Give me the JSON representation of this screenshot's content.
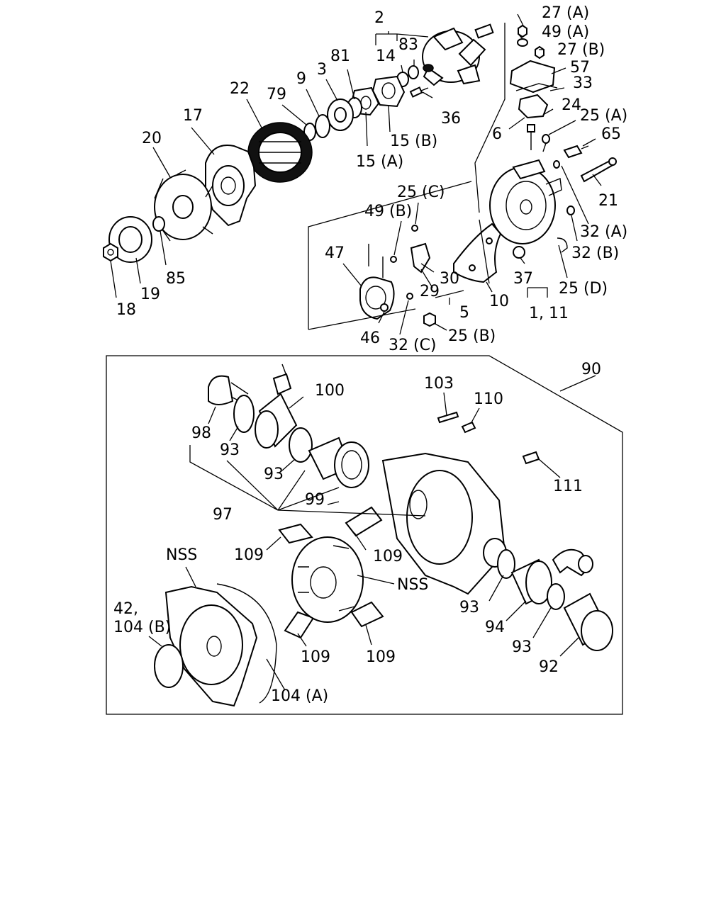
{
  "labels": {
    "l2": "2",
    "l27a": "27 (A)",
    "l49a": "49 (A)",
    "l27b": "27 (B)",
    "l83": "83",
    "l14": "14",
    "l81": "81",
    "l3": "3",
    "l22": "22",
    "l79": "79",
    "l9": "9",
    "l57": "57",
    "l33": "33",
    "l24": "24",
    "l25a": "25 (A)",
    "l65": "65",
    "l17": "17",
    "l20": "20",
    "l36": "36",
    "l6": "6",
    "l15b": "15 (B)",
    "l15a": "15 (A)",
    "l21": "21",
    "l25c": "25 (C)",
    "l49b": "49 (B)",
    "l32a": "32 (A)",
    "l47": "47",
    "l32b": "32 (B)",
    "l85": "85",
    "l30": "30",
    "l37": "37",
    "l19": "19",
    "l29": "29",
    "l25d": "25 (D)",
    "l18": "18",
    "l10": "10",
    "l5": "5",
    "l111c": "1, 11",
    "l46": "46",
    "l32c": "32 (C)",
    "l25b": "25 (B)",
    "l90": "90",
    "l100": "100",
    "l103": "103",
    "l110": "110",
    "l98": "98",
    "l93a": "93",
    "l111": "111",
    "l93b": "93",
    "l99": "99",
    "l97": "97",
    "l109a": "109",
    "l109b": "109",
    "lnss1": "NSS",
    "lnss2": "NSS",
    "l42": "42,",
    "l104b": "104 (B)",
    "l93c": "93",
    "l94": "94",
    "l93d": "93",
    "l109c": "109",
    "l109d": "109",
    "l92": "92",
    "l104a": "104 (A)"
  }
}
